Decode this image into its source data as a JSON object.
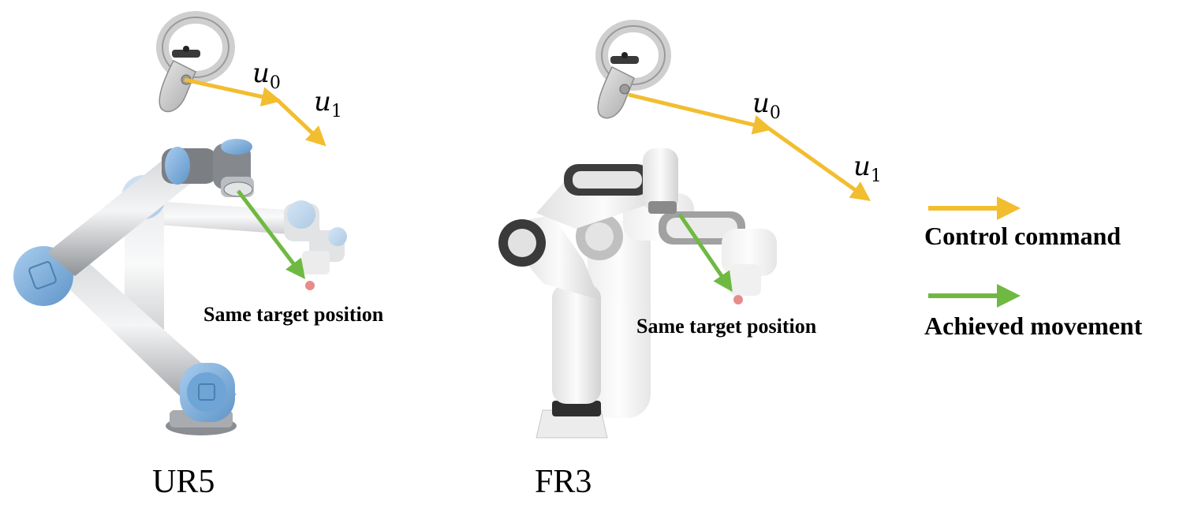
{
  "panels": [
    {
      "robot_name": "UR5",
      "target_label": "Same target position",
      "command_0": {
        "symbol": "u",
        "subscript": "0"
      },
      "command_1": {
        "symbol": "u",
        "subscript": "1"
      }
    },
    {
      "robot_name": "FR3",
      "target_label": "Same target position",
      "command_0": {
        "symbol": "u",
        "subscript": "0"
      },
      "command_1": {
        "symbol": "u",
        "subscript": "1"
      }
    }
  ],
  "legend": {
    "control_command": "Control command",
    "achieved_movement": "Achieved movement"
  },
  "colors": {
    "control_command": "#f2bd2f",
    "achieved_movement": "#6fb943",
    "target_point": "#e88b8b",
    "ur5_joint_blue": "#8db8e0",
    "ur5_link_gray": "#b9bcc0",
    "fr3_white": "#efefef",
    "fr3_dark": "#4a4a4a",
    "controller_gray": "#c9c9c9"
  },
  "icons": [
    "vr-controller-icon",
    "ur5-robot-arm-icon",
    "fr3-robot-arm-icon"
  ]
}
